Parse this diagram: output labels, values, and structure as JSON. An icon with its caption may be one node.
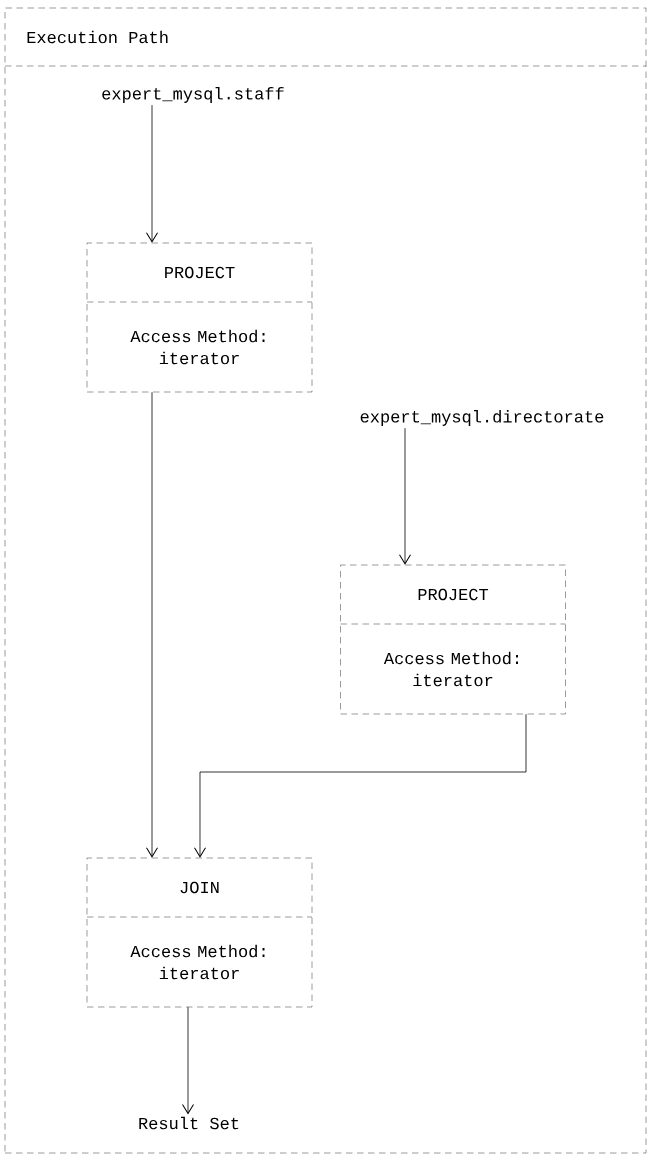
{
  "diagram": {
    "nodes": [
      {
        "text": [
          "Execution Path"
        ]
      },
      {
        "text": [
          "expert_mysql.staff"
        ],
        "in": 0
      },
      {
        "text": [
          "PROJECT",
          "Access Method: iterator"
        ],
        "in": 0
      },
      {
        "text": [
          "expert_mysql.directorate"
        ],
        "in": 0
      },
      {
        "text": [
          "PROJECT",
          "Access Method: iterator"
        ],
        "in": 0
      },
      {
        "text": [
          "JOIN",
          "Access Method: iterator"
        ],
        "in": 0
      },
      {
        "text": [
          "Result Set"
        ],
        "in": 0
      }
    ],
    "edges": [
      {
        "from": 1,
        "to": 2,
        "arrow": "to"
      },
      {
        "from": 3,
        "to": 4,
        "arrow": "to"
      },
      {
        "from": 2,
        "to": 5,
        "arrow": "to"
      },
      {
        "from": 4,
        "to": 5,
        "arrow": "to"
      },
      {
        "from": 5,
        "to": 6,
        "arrow": "to"
      }
    ]
  }
}
